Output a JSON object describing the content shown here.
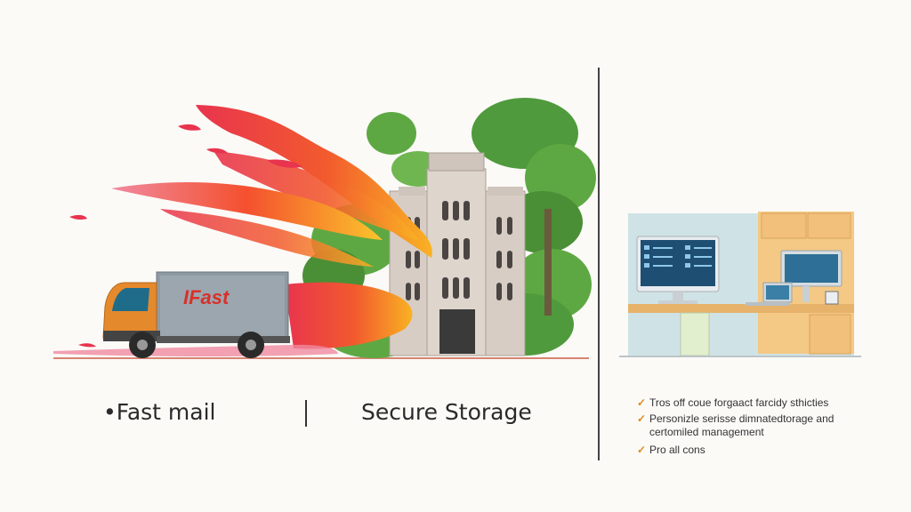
{
  "left_panel": {
    "truck_logo": "IFast",
    "fast_caption": "•Fast mail",
    "storage_caption": "Secure Storage"
  },
  "right_panel": {
    "features": [
      {
        "icon": "check-icon",
        "text": "Tros off coue forgaact farcidy sthicties"
      },
      {
        "icon": "check-icon",
        "text": "Personizle serisse dimnatedtorage and"
      },
      {
        "icon": "none",
        "text": "certomiled management"
      },
      {
        "icon": "check-icon",
        "text": "Pro all cons"
      }
    ]
  },
  "colors": {
    "accent_orange": "#e08a1a",
    "flame_red": "#e8344e",
    "flame_orange": "#f7a21b",
    "building_stone": "#d7cdc4",
    "foliage_green": "#4f9a3c",
    "truck_body": "#8e9aa3",
    "truck_cab": "#e58a2c",
    "logo_red": "#d9302a"
  }
}
